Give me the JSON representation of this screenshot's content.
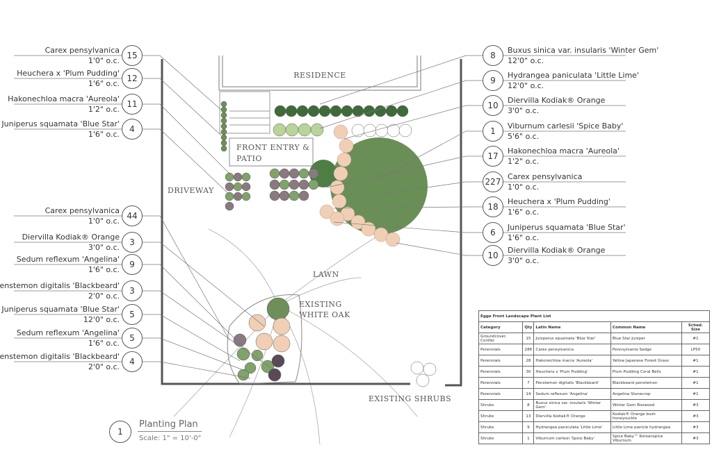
{
  "plan": {
    "residence": "RESIDENCE",
    "front_entry": [
      "FRONT ENTRY &",
      "PATIO"
    ],
    "driveway": "DRIVEWAY",
    "lawn": "LAWN",
    "existing_oak": [
      "EXISTING",
      "WHITE OAK"
    ],
    "existing_shrubs": "EXISTING SHRUBS"
  },
  "left_callouts": [
    {
      "name": "Carex pensylvanica",
      "spacing": "1'0\" o.c.",
      "qty": "15"
    },
    {
      "name": "Heuchera x 'Plum Pudding'",
      "spacing": "1'6\" o.c.",
      "qty": "12"
    },
    {
      "name": "Hakonechloa macra 'Aureola'",
      "spacing": "1'2\" o.c.",
      "qty": "11"
    },
    {
      "name": "Juniperus squamata 'Blue Star'",
      "spacing": "1'6\" o.c.",
      "qty": "4"
    },
    {
      "name": "Carex pensylvanica",
      "spacing": "1'0\" o.c.",
      "qty": "44"
    },
    {
      "name": "Diervilla Kodiak® Orange",
      "spacing": "3'0\" o.c.",
      "qty": "3"
    },
    {
      "name": "Sedum reflexum 'Angelina'",
      "spacing": "1'6\" o.c.",
      "qty": "9"
    },
    {
      "name": "Penstemon digitalis 'Blackbeard'",
      "spacing": "2'0\" o.c.",
      "qty": "3"
    },
    {
      "name": "Juniperus squamata 'Blue Star'",
      "spacing": "12'0\" o.c.",
      "qty": "5"
    },
    {
      "name": "Sedum reflexum 'Angelina'",
      "spacing": "1'6\" o.c.",
      "qty": "5"
    },
    {
      "name": "Penstemon digitalis 'Blackbeard'",
      "spacing": "2'0\" o.c.",
      "qty": "4"
    }
  ],
  "right_callouts": [
    {
      "name": "Buxus sinica var. insularis 'Winter Gem'",
      "spacing": "12'0\" o.c.",
      "qty": "8"
    },
    {
      "name": "Hydrangea paniculata 'Little Lime'",
      "spacing": "12'0\" o.c.",
      "qty": "9"
    },
    {
      "name": "Diervilla Kodiak® Orange",
      "spacing": "3'0\" o.c.",
      "qty": "10"
    },
    {
      "name": "Viburnum carlesii 'Spice Baby'",
      "spacing": "5'6\" o.c.",
      "qty": "1"
    },
    {
      "name": "Hakonechloa macra 'Aureola'",
      "spacing": "1'2\" o.c.",
      "qty": "17"
    },
    {
      "name": "Carex pensylvanica",
      "spacing": "1'0\" o.c.",
      "qty": "227"
    },
    {
      "name": "Heuchera x 'Plum Pudding'",
      "spacing": "1'6\" o.c.",
      "qty": "18"
    },
    {
      "name": "Juniperus squamata 'Blue Star'",
      "spacing": "1'6\" o.c.",
      "qty": "6"
    },
    {
      "name": "Diervilla Kodiak® Orange",
      "spacing": "3'0\" o.c.",
      "qty": "10"
    }
  ],
  "plant_list": {
    "title": "Egge Front Landscape Plant List",
    "headers": [
      "Category",
      "Qty",
      "Latin Name",
      "Common Name",
      "Sched. Size"
    ],
    "rows": [
      [
        "Groundcover, Conifer",
        "15",
        "Juniperus squamata 'Blue Star'",
        "Blue Star Juniper",
        "#1"
      ],
      [
        "Perennials",
        "286",
        "Carex pensylvanica",
        "Pennsylvania Sedge",
        "LP50"
      ],
      [
        "Perennials",
        "28",
        "Hakonechloa macra 'Aureola'",
        "Yellow Japanese Forest Grass",
        "#1"
      ],
      [
        "Perennials",
        "30",
        "Heuchera x 'Plum Pudding'",
        "Plum Pudding Coral Bells",
        "#1"
      ],
      [
        "Perennials",
        "7",
        "Penstemon digitalis 'Blackbeard'",
        "Blackbeard penstemon",
        "#1"
      ],
      [
        "Perennials",
        "14",
        "Sedum reflexum 'Angelina'",
        "Angelina Stonecrop",
        "#1"
      ],
      [
        "Shrubs",
        "8",
        "Buxus sinica var. insularis 'Winter Gem'",
        "Winter Gem Boxwood",
        "#3"
      ],
      [
        "Shrubs",
        "13",
        "Diervilla Kodiak® Orange",
        "Kodiak® Orange bush honeysuckle",
        "#3"
      ],
      [
        "Shrubs",
        "9",
        "Hydrangea paniculata 'Little Lime'",
        "Little Lime panicle hydrangea",
        "#3"
      ],
      [
        "Shrubs",
        "1",
        "Viburnum carlesii 'Spice Baby'",
        "Spice Baby™ Koreanspice Viburnum",
        "#3"
      ]
    ]
  },
  "title_block": {
    "number": "1",
    "title": "Planting Plan",
    "scale": "Scale: 1\" = 10'-0\""
  },
  "colors": {
    "boxwood": "#3f6b3a",
    "hydrangea": "#b9d49a",
    "diervilla": "#f0cfb4",
    "viburnum": "#5e8f55",
    "heuchera": "#8a7a80",
    "carex": "#6e8f5a",
    "juniper": "#7fa36a",
    "line": "#555555"
  }
}
